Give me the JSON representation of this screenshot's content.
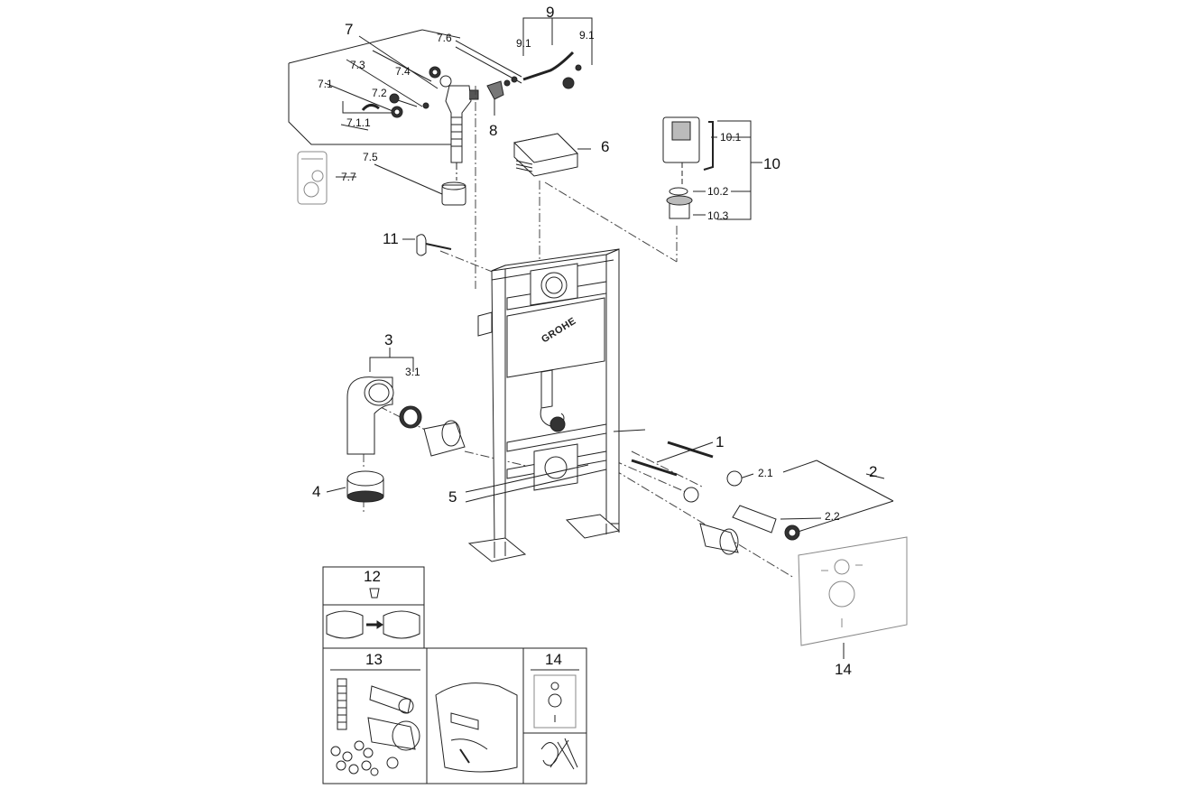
{
  "labels": {
    "l1": "1",
    "l2": "2",
    "l2_1": "2.1",
    "l2_2": "2.2",
    "l3": "3",
    "l3_1": "3.1",
    "l4": "4",
    "l5": "5",
    "l6": "6",
    "l7": "7",
    "l7_1": "7.1",
    "l7_1_1": "7.1.1",
    "l7_2": "7.2",
    "l7_3": "7.3",
    "l7_4": "7.4",
    "l7_5": "7.5",
    "l7_6": "7.6",
    "l7_7": "7.7",
    "l8": "8",
    "l9": "9",
    "l9_1a": "9.1",
    "l9_1b": "9.1",
    "l10": "10",
    "l10_1": "10.1",
    "l10_2": "10.2",
    "l10_3": "10.3",
    "l11": "11",
    "l12": "12",
    "l13": "13",
    "l14": "14",
    "l14b": "14"
  },
  "brand": "GROHE",
  "colors": {
    "line": "#222222",
    "panel": "#f4f4f4",
    "gray": "#bbbbbb"
  }
}
